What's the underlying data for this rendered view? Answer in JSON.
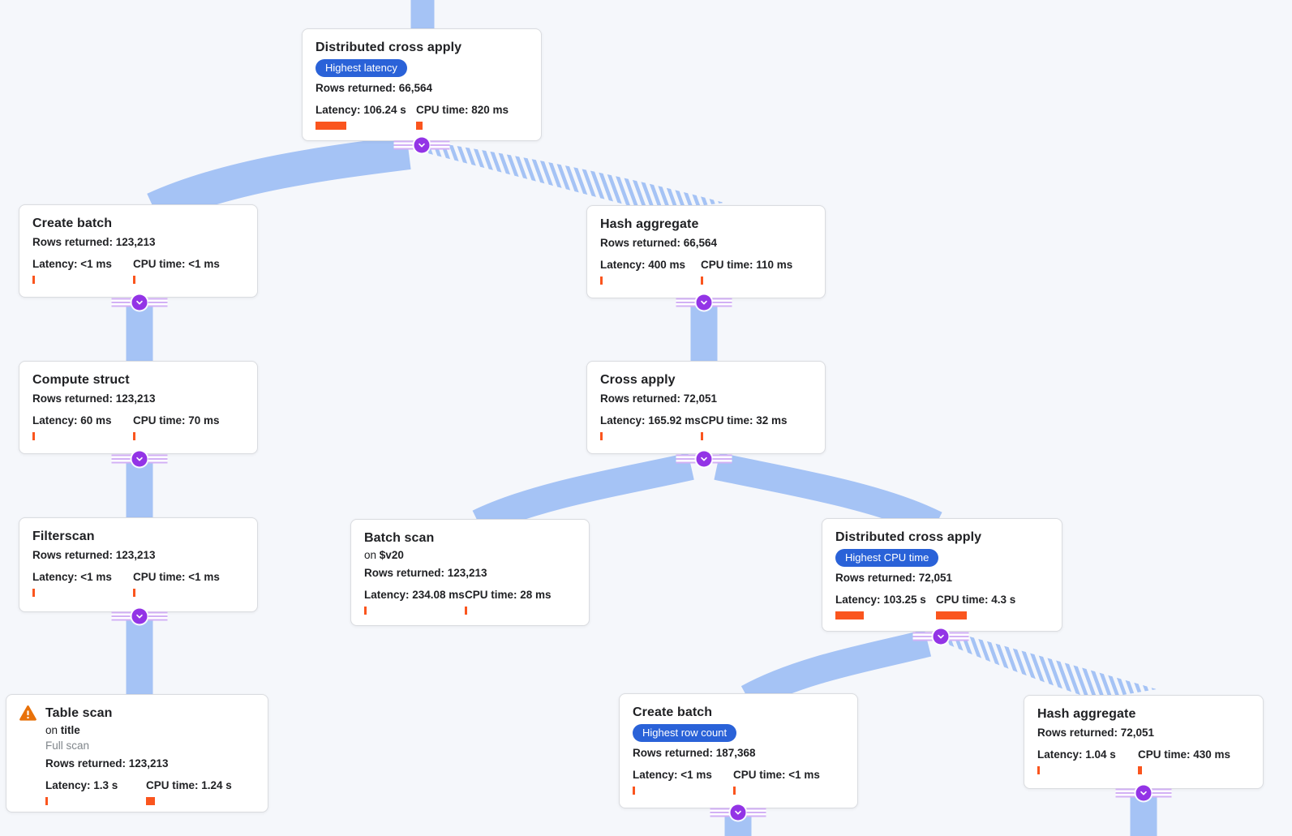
{
  "app": {
    "view": "query-execution-plan"
  },
  "colors": {
    "bg": "#f5f7fb",
    "card_bg": "#ffffff",
    "card_border": "#dadce0",
    "text": "#202124",
    "muted": "#80868b",
    "badge_bg": "#2a62d8",
    "badge_text": "#ffffff",
    "edge": "#a5c3f5",
    "connector": "#9334e6",
    "connector_line": "#d2b0f5",
    "bar": "#fa551e",
    "warning": "#e8710a"
  },
  "icons": {
    "connector": "chevron-down-icon",
    "table_scan_warning": "warning-icon"
  },
  "nodes": {
    "dca1": {
      "title": "Distributed cross apply",
      "badge": "Highest latency",
      "rows": "Rows returned: 66,564",
      "latency": "Latency: 106.24 s",
      "cpu": "CPU time: 820 ms",
      "latency_bar": 38,
      "cpu_bar": 8
    },
    "cb1": {
      "title": "Create batch",
      "rows": "Rows returned: 123,213",
      "latency": "Latency: <1 ms",
      "cpu": "CPU time: <1 ms",
      "latency_bar": 3,
      "cpu_bar": 3
    },
    "ha1": {
      "title": "Hash aggregate",
      "rows": "Rows returned: 66,564",
      "latency": "Latency: 400 ms",
      "cpu": "CPU time: 110 ms",
      "latency_bar": 3,
      "cpu_bar": 3
    },
    "cs": {
      "title": "Compute struct",
      "rows": "Rows returned: 123,213",
      "latency": "Latency: 60 ms",
      "cpu": "CPU time: 70 ms",
      "latency_bar": 3,
      "cpu_bar": 3
    },
    "ca": {
      "title": "Cross apply",
      "rows": "Rows returned: 72,051",
      "latency": "Latency: 165.92 ms",
      "cpu": "CPU time: 32 ms",
      "latency_bar": 3,
      "cpu_bar": 3
    },
    "fs": {
      "title": "Filterscan",
      "rows": "Rows returned: 123,213",
      "latency": "Latency: <1 ms",
      "cpu": "CPU time: <1 ms",
      "latency_bar": 3,
      "cpu_bar": 3
    },
    "bs": {
      "title": "Batch scan",
      "on_prefix": "on",
      "on_value": "$v20",
      "rows": "Rows returned: 123,213",
      "latency": "Latency: 234.08 ms",
      "cpu": "CPU time: 28 ms",
      "latency_bar": 3,
      "cpu_bar": 3
    },
    "dca2": {
      "title": "Distributed cross apply",
      "badge": "Highest CPU time",
      "rows": "Rows returned: 72,051",
      "latency": "Latency: 103.25 s",
      "cpu": "CPU time: 4.3 s",
      "latency_bar": 35,
      "cpu_bar": 38
    },
    "ts": {
      "title": "Table scan",
      "on_prefix": "on",
      "on_value": "title",
      "subtitle": "Full scan",
      "rows": "Rows returned: 123,213",
      "latency": "Latency: 1.3 s",
      "cpu": "CPU time: 1.24 s",
      "latency_bar": 3,
      "cpu_bar": 11
    },
    "cb2": {
      "title": "Create batch",
      "badge": "Highest row count",
      "rows": "Rows returned: 187,368",
      "latency": "Latency: <1 ms",
      "cpu": "CPU time: <1 ms",
      "latency_bar": 3,
      "cpu_bar": 3
    },
    "ha2": {
      "title": "Hash aggregate",
      "rows": "Rows returned: 72,051",
      "latency": "Latency: 1.04 s",
      "cpu": "CPU time: 430 ms",
      "latency_bar": 3,
      "cpu_bar": 5
    }
  },
  "edges": [
    {
      "from": "offscreen-parent",
      "to": "dca1",
      "style": "solid"
    },
    {
      "from": "dca1",
      "to": "cb1",
      "style": "solid"
    },
    {
      "from": "dca1",
      "to": "ha1",
      "style": "striped"
    },
    {
      "from": "cb1",
      "to": "cs",
      "style": "solid"
    },
    {
      "from": "cs",
      "to": "fs",
      "style": "solid"
    },
    {
      "from": "fs",
      "to": "ts",
      "style": "solid"
    },
    {
      "from": "ha1",
      "to": "ca",
      "style": "solid"
    },
    {
      "from": "ca",
      "to": "bs",
      "style": "solid"
    },
    {
      "from": "ca",
      "to": "dca2",
      "style": "solid"
    },
    {
      "from": "dca2",
      "to": "cb2",
      "style": "solid"
    },
    {
      "from": "dca2",
      "to": "ha2",
      "style": "striped"
    },
    {
      "from": "cb2",
      "to": "offscreen-child",
      "style": "solid"
    },
    {
      "from": "ha2",
      "to": "offscreen-child",
      "style": "solid"
    }
  ]
}
